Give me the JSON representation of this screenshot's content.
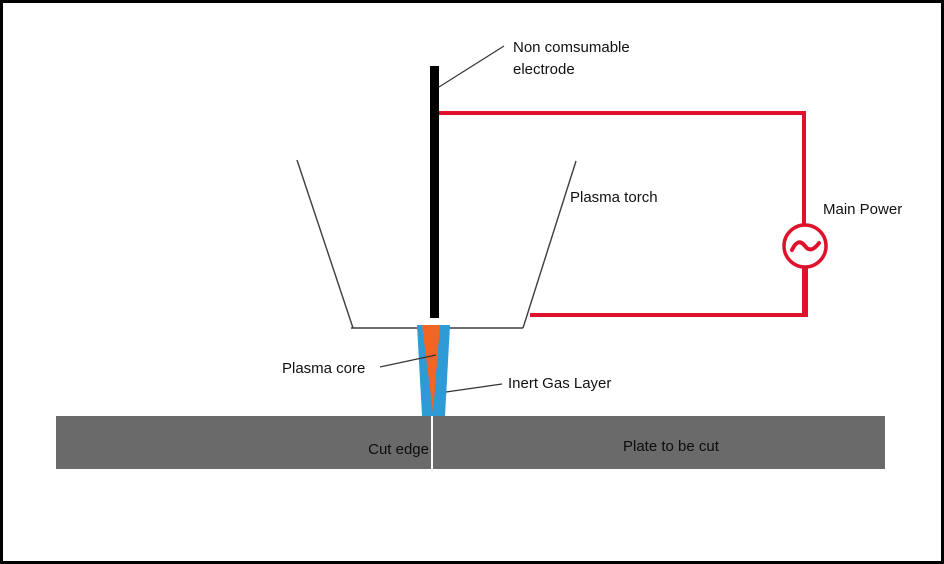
{
  "diagram": {
    "labels": {
      "electrode_line1": "Non comsumable",
      "electrode_line2": "electrode",
      "plasma_torch": "Plasma torch",
      "main_power": "Main Power",
      "plasma_core": "Plasma core",
      "inert_gas_layer": "Inert Gas Layer",
      "cut_edge": "Cut edge",
      "plate_to_be_cut": "Plate to be cut"
    },
    "colors": {
      "electrode": "#000000",
      "circuit_wire": "#e0112b",
      "plasma_core": "#f26522",
      "inert_gas_layer": "#2e9bd6",
      "plate": "#6a6a6a",
      "cut_line": "#ffffff",
      "torch_outline": "#3d3d3d",
      "leader_line": "#333333",
      "background": "#ffffff",
      "border": "#000000"
    }
  }
}
